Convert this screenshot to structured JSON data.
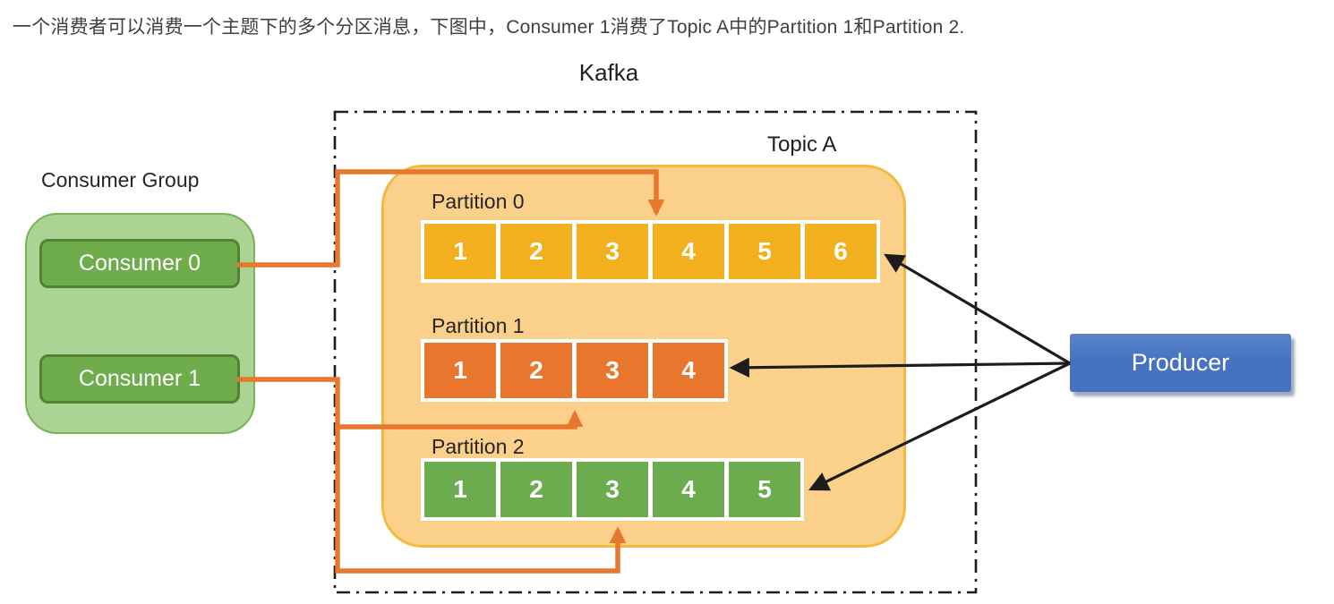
{
  "caption": "一个消费者可以消费一个主题下的多个分区消息，下图中，Consumer 1消费了Topic A中的Partition 1和Partition 2.",
  "kafka_label": "Kafka",
  "topic_label": "Topic A",
  "consumer_group": {
    "label": "Consumer Group",
    "members": [
      "Consumer 0",
      "Consumer 1"
    ]
  },
  "producer_label": "Producer",
  "partitions": [
    {
      "label": "Partition 0",
      "color": "gold",
      "cells": [
        "1",
        "2",
        "3",
        "4",
        "5",
        "6"
      ]
    },
    {
      "label": "Partition 1",
      "color": "orange",
      "cells": [
        "1",
        "2",
        "3",
        "4"
      ]
    },
    {
      "label": "Partition 2",
      "color": "green",
      "cells": [
        "1",
        "2",
        "3",
        "4",
        "5"
      ]
    }
  ],
  "connections": [
    {
      "from": "Consumer 0",
      "to": "Partition 0",
      "style": "orange-arrow"
    },
    {
      "from": "Consumer 1",
      "to": "Partition 1",
      "style": "orange-arrow"
    },
    {
      "from": "Consumer 1",
      "to": "Partition 2",
      "style": "orange-arrow"
    },
    {
      "from": "Producer",
      "to": "Partition 0",
      "style": "black-arrow"
    },
    {
      "from": "Producer",
      "to": "Partition 1",
      "style": "black-arrow"
    },
    {
      "from": "Producer",
      "to": "Partition 2",
      "style": "black-arrow"
    }
  ],
  "colors": {
    "gold": "#F2B01E",
    "orange": "#E8762D",
    "green": "#6CAB4E",
    "group_fill": "#ABD494",
    "group_border": "#77B355",
    "consumer_fill": "#6FAD4C",
    "consumer_border": "#538234",
    "topic_fill": "#FAD08A",
    "topic_border": "#F5B942",
    "producer_fill": "#4673C1",
    "arrow_orange": "#E8762D",
    "arrow_black": "#1C1C1C",
    "border_dark": "#1C1C1C",
    "text_dark": "#3F3F3F"
  }
}
